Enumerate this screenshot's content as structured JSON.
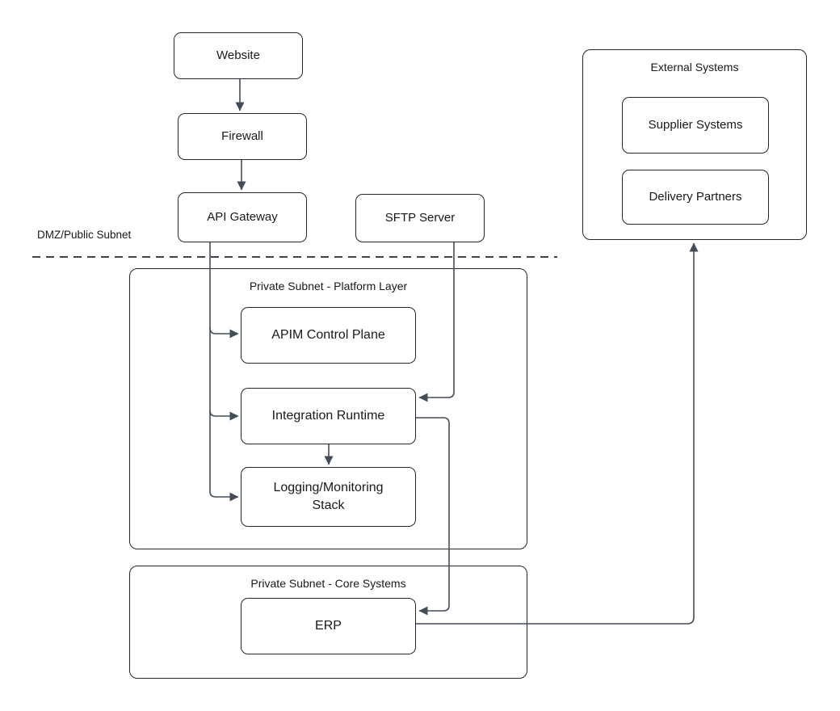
{
  "diagram": {
    "type": "network-architecture",
    "zone_label": "DMZ/Public Subnet",
    "nodes": {
      "website": {
        "label": "Website"
      },
      "firewall": {
        "label": "Firewall"
      },
      "api_gateway": {
        "label": "API Gateway"
      },
      "sftp_server": {
        "label": "SFTP Server"
      },
      "apim_control_plane": {
        "label": "APIM Control Plane"
      },
      "integration_runtime": {
        "label": "Integration Runtime"
      },
      "logging_monitoring_stack": {
        "label": "Logging/Monitoring Stack"
      },
      "erp": {
        "label": "ERP"
      },
      "supplier_systems": {
        "label": "Supplier Systems"
      },
      "delivery_partners": {
        "label": "Delivery Partners"
      }
    },
    "containers": {
      "external_systems": {
        "title": "External Systems"
      },
      "platform_layer": {
        "title": "Private Subnet - Platform Layer"
      },
      "core_systems": {
        "title": "Private Subnet - Core Systems"
      }
    },
    "edges": [
      {
        "from": "website",
        "to": "firewall"
      },
      {
        "from": "firewall",
        "to": "api_gateway"
      },
      {
        "from": "api_gateway",
        "to": "apim_control_plane"
      },
      {
        "from": "api_gateway",
        "to": "integration_runtime"
      },
      {
        "from": "api_gateway",
        "to": "logging_monitoring_stack"
      },
      {
        "from": "sftp_server",
        "to": "integration_runtime"
      },
      {
        "from": "integration_runtime",
        "to": "logging_monitoring_stack"
      },
      {
        "from": "integration_runtime",
        "to": "erp"
      },
      {
        "from": "erp",
        "to": "external_systems"
      }
    ],
    "colors": {
      "connector": "#424c5a",
      "box_border": "#24282e",
      "dashed_boundary": "#26292e",
      "background": "#ffffff",
      "text": "#17191c"
    }
  }
}
